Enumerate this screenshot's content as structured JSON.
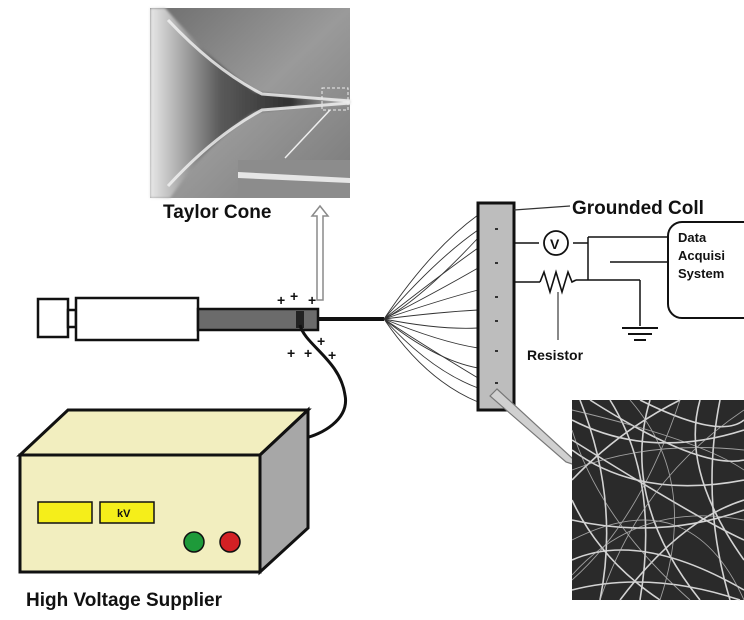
{
  "labels": {
    "taylor_cone": "Taylor Cone",
    "grounded_collector": "Grounded Coll",
    "data_acq_line1": "Data",
    "data_acq_line2": "Acquisi",
    "data_acq_line3": "System",
    "voltmeter": "V",
    "resistor": "Resistor",
    "high_voltage_supplier": "High Voltage Supplier",
    "kv_display": "kV",
    "charge_symbol": "+"
  },
  "colors": {
    "supply_box_front": "#f2eebf",
    "supply_display": "#f5ee1a",
    "green_indicator": "#1e9a3a",
    "red_indicator": "#d32024",
    "collector_fill": "#bdbdbd",
    "syringe_needle": "#6b6b6b",
    "micrograph_bg": "#2a2a2a",
    "fiber_white": "#e6e6e6"
  },
  "icons": [
    "syringe-icon",
    "ground-symbol-icon",
    "voltmeter-icon",
    "resistor-icon",
    "arrow-up-icon"
  ]
}
